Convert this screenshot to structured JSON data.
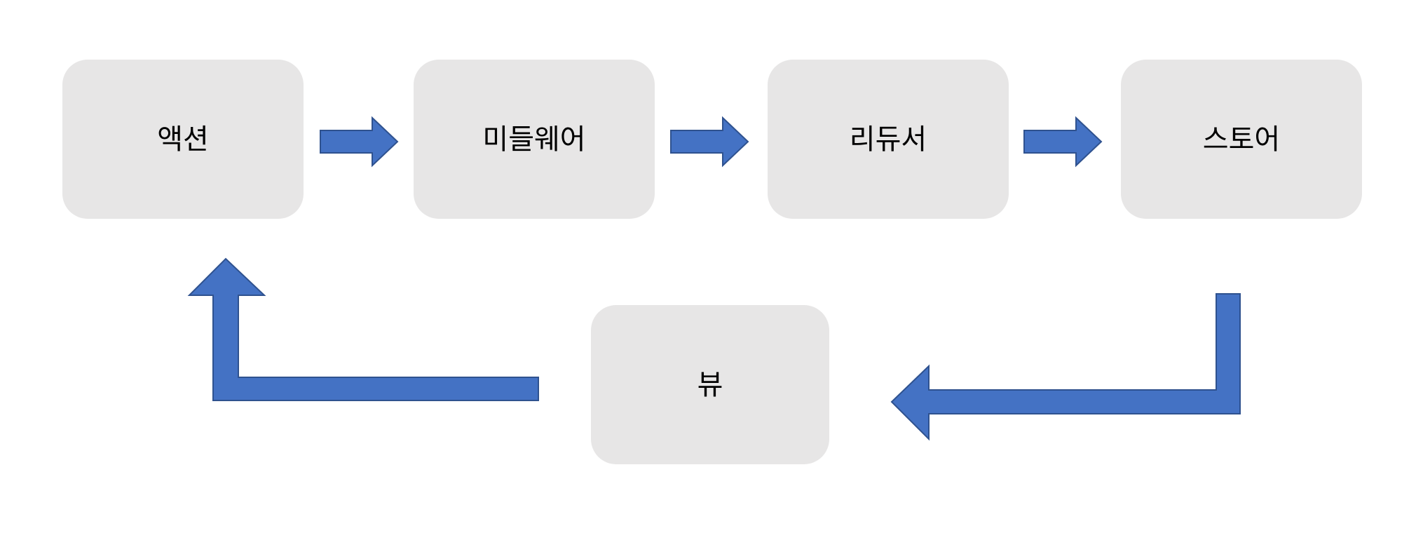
{
  "diagram": {
    "type": "flow-diagram",
    "nodes": [
      {
        "id": "action",
        "label": "액션"
      },
      {
        "id": "middleware",
        "label": "미들웨어"
      },
      {
        "id": "reducer",
        "label": "리듀서"
      },
      {
        "id": "store",
        "label": "스토어"
      },
      {
        "id": "view",
        "label": "뷰"
      }
    ],
    "edges": [
      {
        "from": "action",
        "to": "middleware",
        "shape": "right-block-arrow"
      },
      {
        "from": "middleware",
        "to": "reducer",
        "shape": "right-block-arrow"
      },
      {
        "from": "reducer",
        "to": "store",
        "shape": "right-block-arrow"
      },
      {
        "from": "store",
        "to": "view",
        "shape": "bent-left-block-arrow"
      },
      {
        "from": "view",
        "to": "action",
        "shape": "bent-up-block-arrow"
      }
    ],
    "colors": {
      "background": "#ffffff",
      "node_fill": "#e7e6e6",
      "arrow_fill": "#4472c4",
      "arrow_border": "#2f528f",
      "text_color": "#000000"
    }
  }
}
